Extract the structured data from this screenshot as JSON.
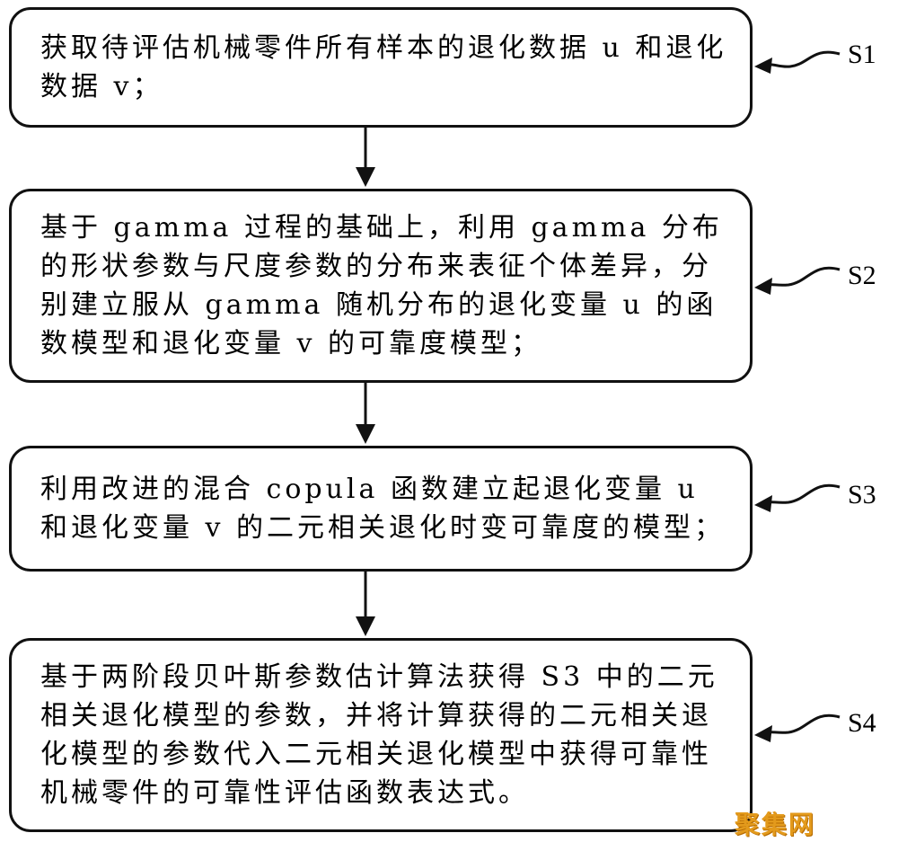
{
  "steps": [
    {
      "id": "S1",
      "text": "获取待评估机械零件所有样本的退化数据 u 和退化数据 v；"
    },
    {
      "id": "S2",
      "text": "基于 gamma 过程的基础上，利用 gamma 分布的形状参数与尺度参数的分布来表征个体差异，分别建立服从 gamma 随机分布的退化变量 u 的函数模型和退化变量 v 的可靠度模型；"
    },
    {
      "id": "S3",
      "text": "利用改进的混合 copula 函数建立起退化变量 u 和退化变量 v 的二元相关退化时变可靠度的模型；"
    },
    {
      "id": "S4",
      "text": "基于两阶段贝叶斯参数估计算法获得 S3 中的二元相关退化模型的参数，并将计算获得的二元相关退化模型的参数代入二元相关退化模型中获得可靠性机械零件的可靠性评估函数表达式。"
    }
  ],
  "watermark": "聚集网"
}
